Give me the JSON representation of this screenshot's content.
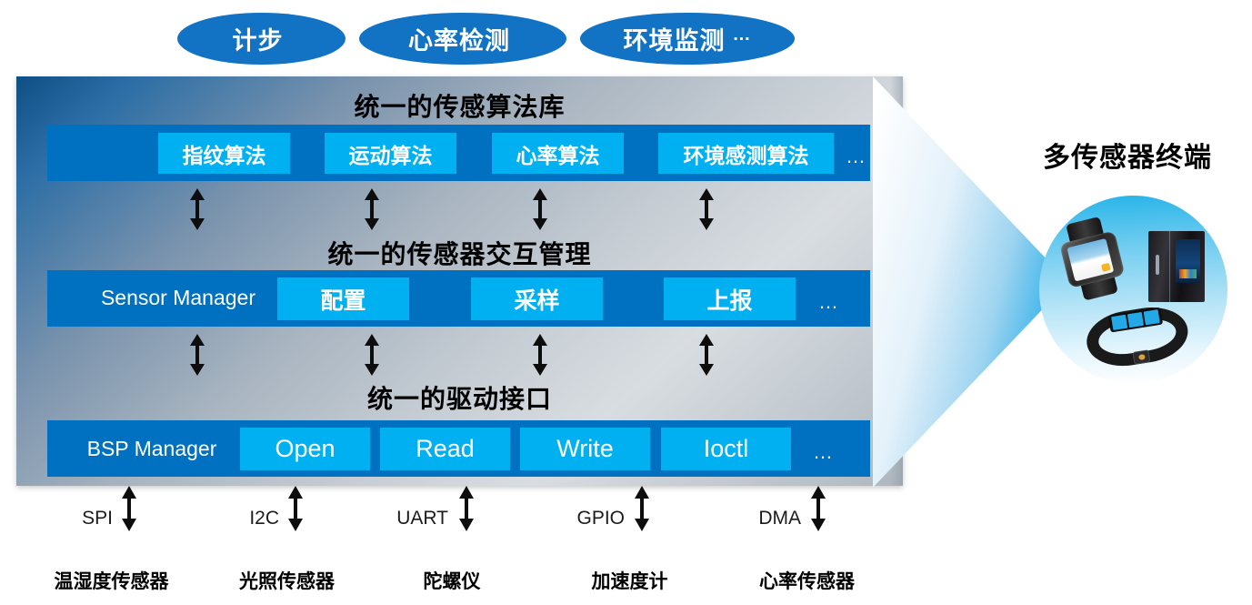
{
  "applications": {
    "items": [
      {
        "label": "计步",
        "dots": ""
      },
      {
        "label": "心率检测",
        "dots": ""
      },
      {
        "label": "环境监测",
        "dots": "…"
      }
    ]
  },
  "stack": {
    "layers": [
      {
        "title": "统一的传感算法库",
        "left_label": "",
        "chips": [
          "指纹算法",
          "运动算法",
          "心率算法",
          "环境感测算法"
        ],
        "dots": "…"
      },
      {
        "title": "统一的传感器交互管理",
        "left_label": "Sensor Manager",
        "chips": [
          "配置",
          "采样",
          "上报"
        ],
        "dots": "…"
      },
      {
        "title": "统一的驱动接口",
        "left_label": "BSP Manager",
        "chips": [
          "Open",
          "Read",
          "Write",
          "Ioctl"
        ],
        "dots": "…"
      }
    ]
  },
  "buses": {
    "items": [
      {
        "protocol": "SPI",
        "sensor": "温湿度传感器"
      },
      {
        "protocol": "I2C",
        "sensor": "光照传感器"
      },
      {
        "protocol": "UART",
        "sensor": "陀螺仪"
      },
      {
        "protocol": "GPIO",
        "sensor": "加速度计"
      },
      {
        "protocol": "DMA",
        "sensor": "心率传感器"
      }
    ]
  },
  "terminal": {
    "title": "多传感器终端",
    "devices": [
      "smartwatch",
      "smart-refrigerator",
      "fitness-band"
    ]
  },
  "colors": {
    "ellipse_blue": "#1272C4",
    "bar_blue": "#0070C0",
    "chip_blue": "#00B0F0",
    "arrow_tip_blue": "#11A7E8",
    "text_dark": "#000000"
  }
}
